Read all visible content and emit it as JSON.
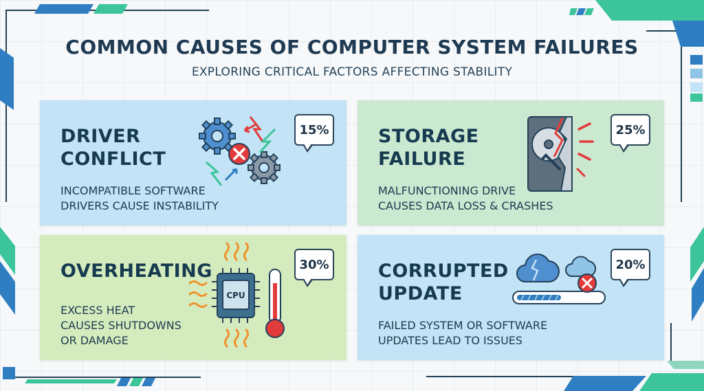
{
  "header": {
    "title": "COMMON CAUSES OF COMPUTER SYSTEM FAILURES",
    "subtitle": "EXPLORING CRITICAL FACTORS AFFECTING STABILITY"
  },
  "cards": [
    {
      "title_lines": [
        "DRIVER",
        "CONFLICT"
      ],
      "desc_lines": [
        "INCOMPATIBLE SOFTWARE",
        "DRIVERS CAUSE INSTABILITY"
      ],
      "percent": "15%",
      "icon": "gears-conflict-icon"
    },
    {
      "title_lines": [
        "STORAGE",
        "FAILURE"
      ],
      "desc_lines": [
        "MALFUNCTIONING DRIVE",
        "CAUSES DATA LOSS & CRASHES"
      ],
      "percent": "25%",
      "icon": "broken-hard-drive-icon"
    },
    {
      "title_lines": [
        "OVERHEATING"
      ],
      "desc_lines": [
        "EXCESS HEAT",
        "CAUSES SHUTDOWNS",
        "OR DAMAGE"
      ],
      "percent": "30%",
      "icon": "hot-cpu-thermometer-icon",
      "chip_label": "CPU"
    },
    {
      "title_lines": [
        "CORRUPTED",
        "UPDATE"
      ],
      "desc_lines": [
        "FAILED SYSTEM OR SOFTWARE",
        "UPDATES LEAD TO ISSUES"
      ],
      "percent": "20%",
      "icon": "failed-update-progress-icon"
    }
  ],
  "colors": {
    "card_blue": "#c3e3f6",
    "card_green": "#cbe8d1",
    "card_lime": "#d4ecbd",
    "accent_red": "#e23b3b",
    "accent_teal": "#3cc59a",
    "accent_blue": "#2f7ec2"
  }
}
